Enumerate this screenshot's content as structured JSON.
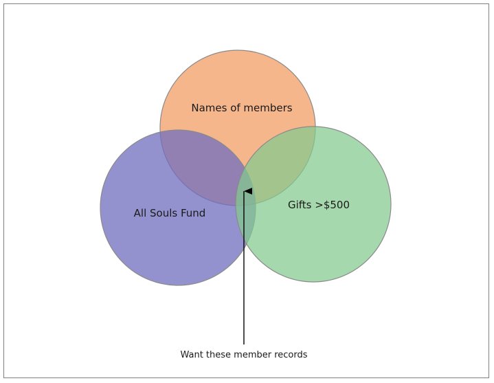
{
  "diagram": {
    "circles": {
      "names_of_members": {
        "label": "Names of members",
        "fill": "#f4a46f",
        "stroke": "#8a8a8a"
      },
      "all_souls_fund": {
        "label": "All Souls Fund",
        "fill": "#6f6dbd",
        "stroke": "#8a8a8a"
      },
      "gifts_over_500": {
        "label": "Gifts >$500",
        "fill": "#83c98f",
        "stroke": "#8a8a8a"
      }
    },
    "callout": {
      "label": "Want these member records",
      "color": "#000000"
    }
  }
}
